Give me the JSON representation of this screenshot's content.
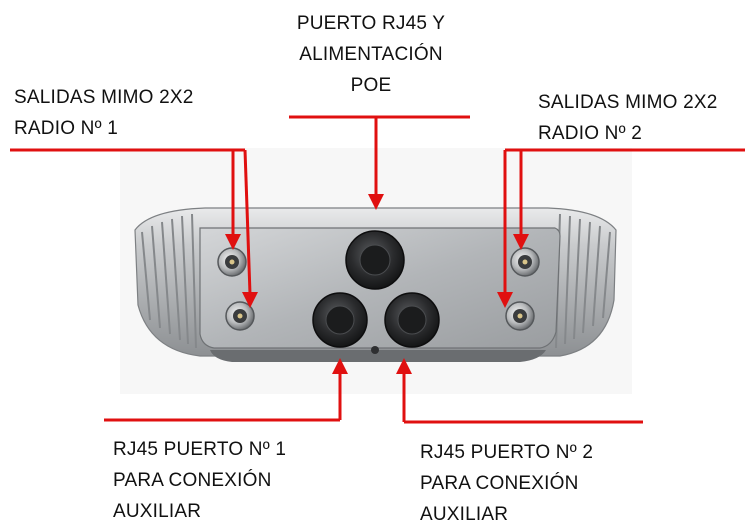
{
  "labels": {
    "top": [
      "PUERTO RJ45 Y",
      "ALIMENTACIÓN",
      "POE"
    ],
    "left": [
      "SALIDAS MIMO 2X2",
      "RADIO Nº 1"
    ],
    "right": [
      "SALIDAS MIMO 2X2",
      "RADIO Nº 2"
    ],
    "bottom_left": [
      "RJ45 PUERTO Nº 1",
      "PARA CONEXIÓN",
      "AUXILIAR"
    ],
    "bottom_right": [
      "RJ45 PUERTO Nº 2",
      "PARA CONEXIÓN",
      "AUXILIAR"
    ]
  },
  "colors": {
    "arrow": "#e01010",
    "text": "#111111",
    "device_body": "#b9bcbf",
    "device_dark": "#2a2b2d"
  }
}
